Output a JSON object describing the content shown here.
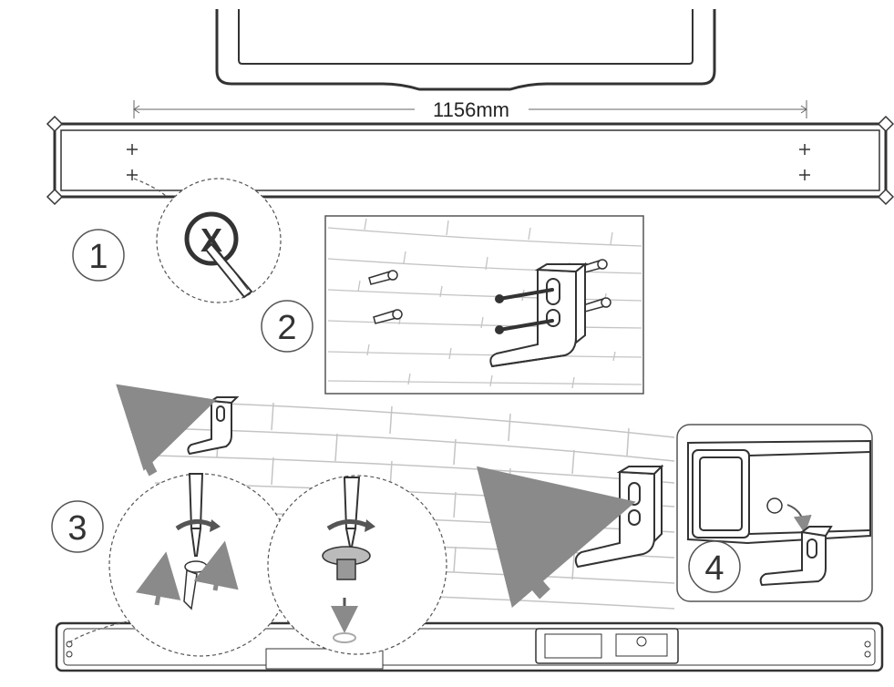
{
  "diagram": {
    "dimension_label": "1156mm",
    "steps": [
      {
        "number": "1"
      },
      {
        "number": "2"
      },
      {
        "number": "3"
      },
      {
        "number": "4"
      }
    ],
    "colors": {
      "line": "#333333",
      "wall": "#bdbdbd",
      "arrow": "#8a8a8a"
    }
  }
}
